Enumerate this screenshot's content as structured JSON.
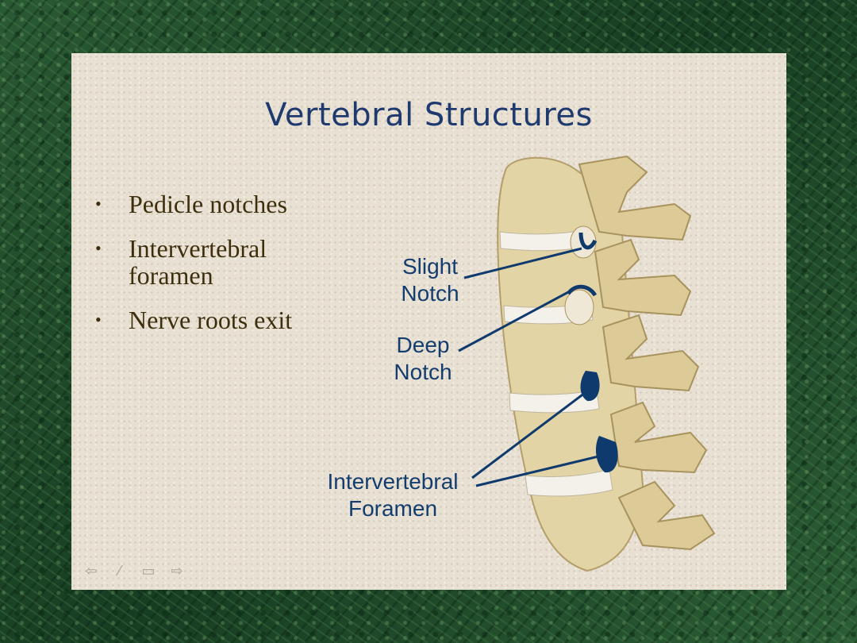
{
  "slide": {
    "title": "Vertebral Structures",
    "bullets": [
      {
        "text": "Pedicle notches"
      },
      {
        "text": "Intervertebral foramen"
      },
      {
        "text": "Nerve roots exit"
      }
    ],
    "labels": {
      "slight_notch_1": "Slight",
      "slight_notch_2": "Notch",
      "deep_notch_1": "Deep",
      "deep_notch_2": "Notch",
      "foramen_1": "Intervertebral",
      "foramen_2": "Foramen"
    }
  },
  "nav": {
    "prev_icon": "arrow-left-icon",
    "pen_icon": "pen-icon",
    "menu_icon": "menu-icon",
    "next_icon": "arrow-right-icon",
    "prev_glyph": "⇦",
    "pen_glyph": "⁄",
    "menu_glyph": "▭",
    "next_glyph": "⇨"
  },
  "colors": {
    "title": "#1e3a6e",
    "label": "#133d6e",
    "bullet_text": "#3d2f0d",
    "slide_bg": "#e8e0d2",
    "frame_bg": "#1f4a2b",
    "bone": "#e3d4a6",
    "disc": "#f3f1ea",
    "marker": "#0f3a6e"
  }
}
